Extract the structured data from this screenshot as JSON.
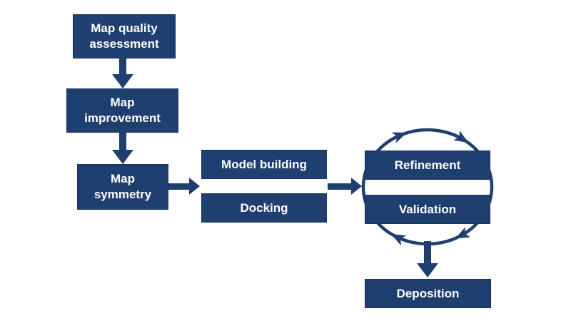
{
  "colors": {
    "accent": "#1e3f70",
    "accent_border": "#17325e",
    "canvas_bg": "#ffffff",
    "node_text": "#ffffff"
  },
  "flowchart": {
    "nodes": {
      "map_quality_assessment": {
        "label": "Map quality\nassessment"
      },
      "map_improvement": {
        "label": "Map\nimprovement"
      },
      "map_symmetry": {
        "label": "Map\nsymmetry"
      },
      "model_building": {
        "label": "Model building"
      },
      "docking": {
        "label": "Docking"
      },
      "refinement": {
        "label": "Refinement"
      },
      "validation": {
        "label": "Validation"
      },
      "deposition": {
        "label": "Deposition"
      }
    },
    "connectors": [
      {
        "from": "map_quality_assessment",
        "to": "map_improvement",
        "shape": "block-arrow-down"
      },
      {
        "from": "map_improvement",
        "to": "map_symmetry",
        "shape": "block-arrow-down"
      },
      {
        "from": "map_symmetry",
        "to": "model_building+docking",
        "shape": "block-arrow-right"
      },
      {
        "from": "model_building+docking",
        "to": "refinement+validation",
        "shape": "block-arrow-right"
      },
      {
        "from": "refinement+validation",
        "to": "deposition",
        "shape": "block-arrow-down"
      },
      {
        "between": [
          "refinement",
          "validation"
        ],
        "shape": "clockwise-cycle-ellipse",
        "arrowheads": 4
      }
    ]
  }
}
